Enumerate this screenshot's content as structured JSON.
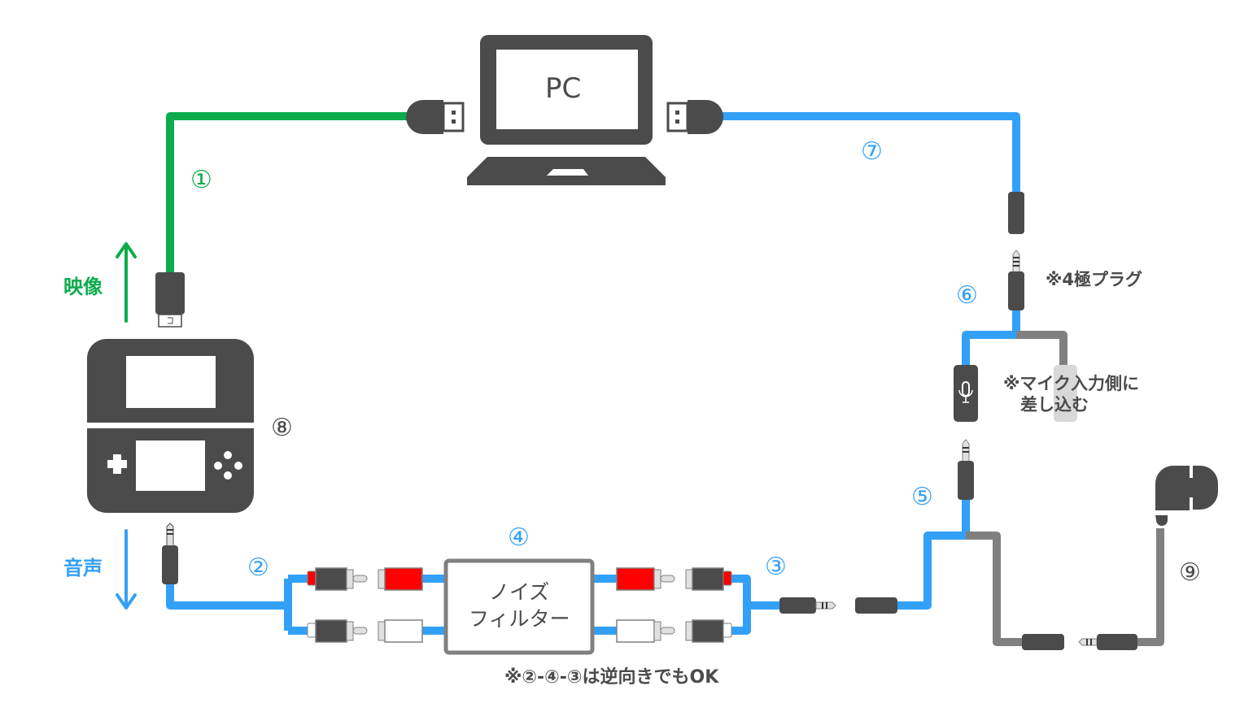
{
  "colors": {
    "video_cable": "#0cac4c",
    "audio_cable": "#33a0f7",
    "gray_cable": "#808080",
    "device": "#4b4b4b",
    "red_plug": "#ff0000",
    "light": "#e0e0e0"
  },
  "pc": {
    "label": "PC"
  },
  "labels": {
    "video": "映像",
    "audio": "音声",
    "four_pole_note": "※4極プラグ",
    "mic_note_line1": "※マイク入力側に",
    "mic_note_line2": "差し込む",
    "filter_line1": "ノイズ",
    "filter_line2": "フィルター",
    "reverse_note": "※②-④-③は逆向きでもOK"
  },
  "markers": {
    "m1": "①",
    "m2": "②",
    "m3": "③",
    "m4": "④",
    "m5": "⑤",
    "m6": "⑥",
    "m7": "⑦",
    "m8": "⑧",
    "m9": "⑨"
  },
  "icons": {
    "pc": "laptop-icon",
    "game": "handheld-console-icon",
    "mic": "microphone-icon",
    "headphone": "earphone-icon"
  }
}
